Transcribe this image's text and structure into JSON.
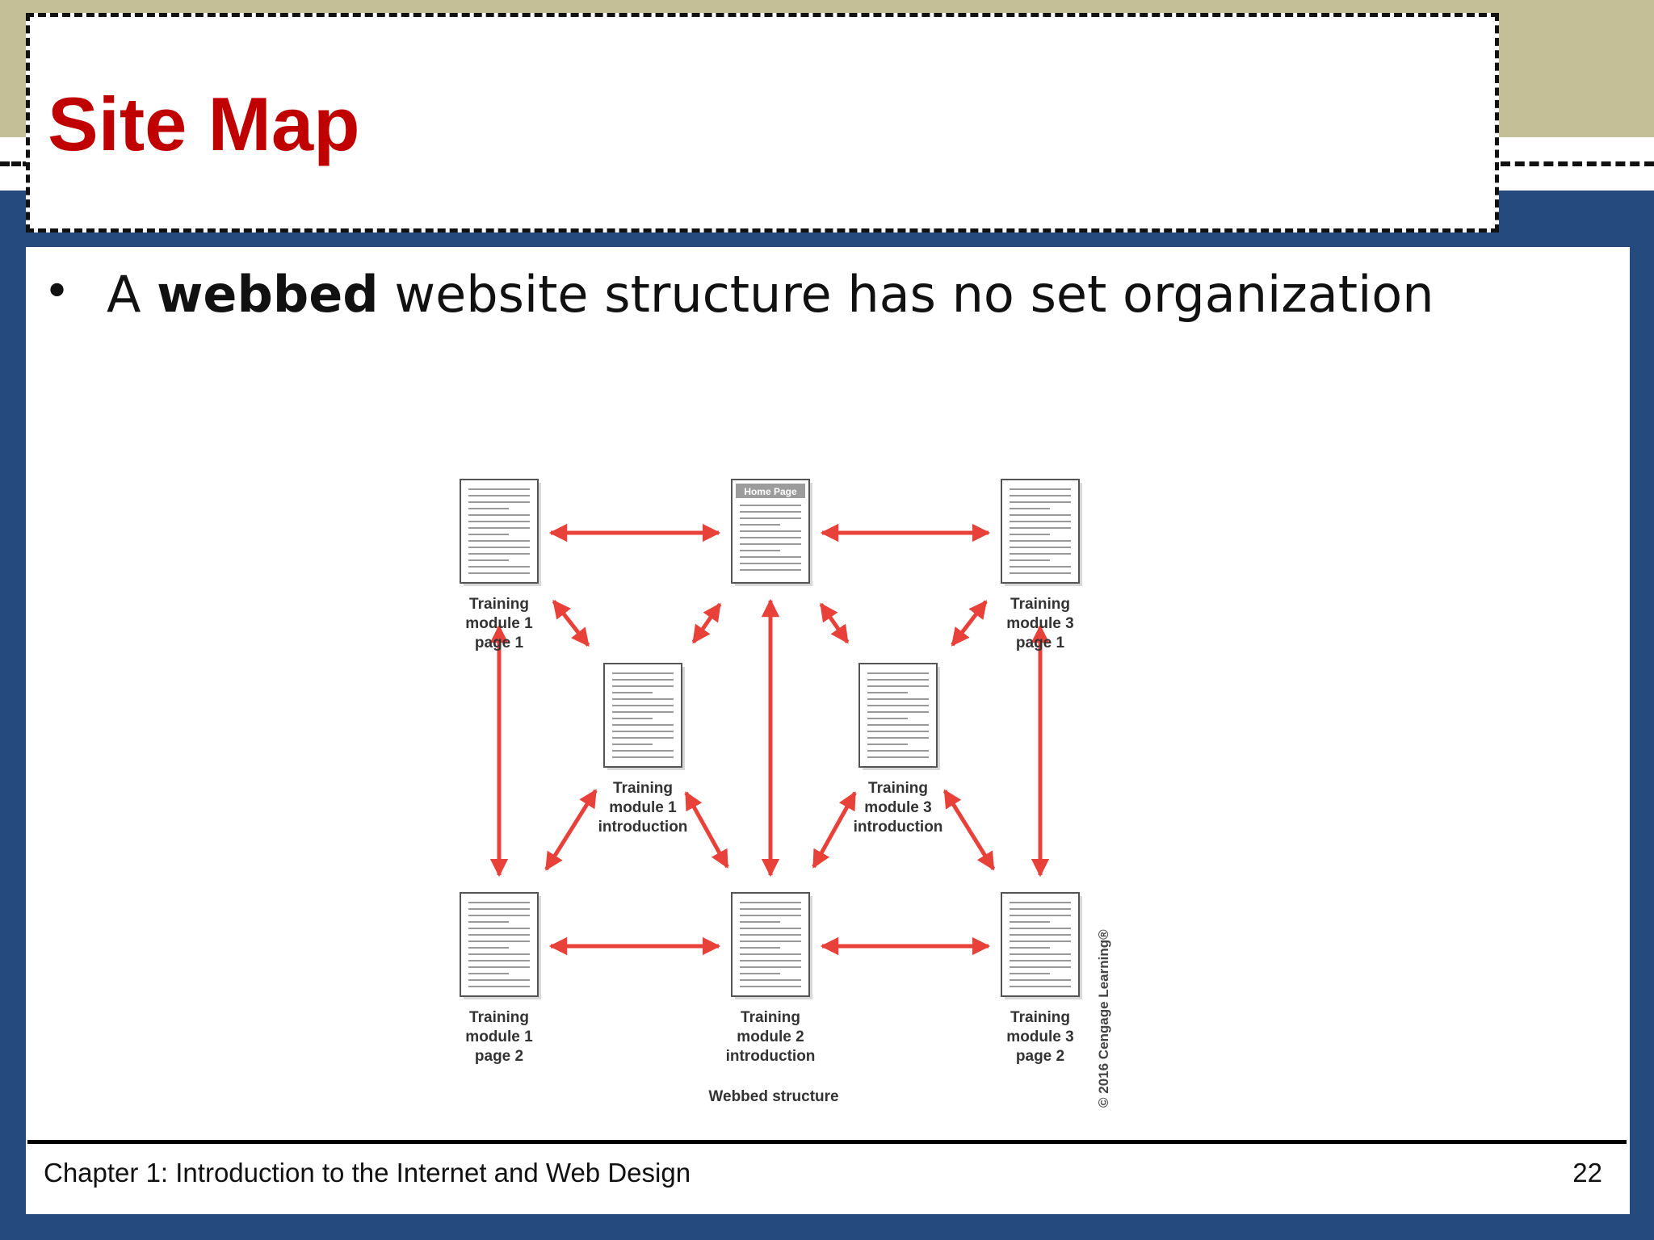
{
  "slide": {
    "title": "Site Map",
    "bullet": {
      "prefix": "A ",
      "emphasis": "webbed",
      "suffix": " website structure has no set organization"
    },
    "footer": {
      "chapter": "Chapter 1: Introduction to the Internet and Web Design",
      "page_number": "22"
    }
  },
  "diagram": {
    "caption": "Webbed structure",
    "copyright": "© 2016 Cengage Learning®",
    "home_label": "Home Page",
    "colors": {
      "arrow": "#e8413a",
      "page_border": "#555555",
      "page_lines": "#9a9a9a"
    },
    "nodes": [
      {
        "id": "tm1p1",
        "label": [
          "Training",
          "module 1",
          "page 1"
        ]
      },
      {
        "id": "home",
        "label": []
      },
      {
        "id": "tm3p1",
        "label": [
          "Training",
          "module 3",
          "page 1"
        ]
      },
      {
        "id": "tm1intro",
        "label": [
          "Training",
          "module 1",
          "introduction"
        ]
      },
      {
        "id": "tm3intro",
        "label": [
          "Training",
          "module 3",
          "introduction"
        ]
      },
      {
        "id": "tm1p2",
        "label": [
          "Training",
          "module 1",
          "page 2"
        ]
      },
      {
        "id": "tm2intro",
        "label": [
          "Training",
          "module 2",
          "introduction"
        ]
      },
      {
        "id": "tm3p2",
        "label": [
          "Training",
          "module 3",
          "page 2"
        ]
      }
    ],
    "links": [
      [
        "tm1p1",
        "home"
      ],
      [
        "home",
        "tm3p1"
      ],
      [
        "tm1p1",
        "tm1intro"
      ],
      [
        "home",
        "tm1intro"
      ],
      [
        "home",
        "tm3intro"
      ],
      [
        "tm3p1",
        "tm3intro"
      ],
      [
        "tm1p1",
        "tm1p2"
      ],
      [
        "home",
        "tm2intro"
      ],
      [
        "tm3p1",
        "tm3p2"
      ],
      [
        "tm1intro",
        "tm1p2"
      ],
      [
        "tm1intro",
        "tm2intro"
      ],
      [
        "tm3intro",
        "tm2intro"
      ],
      [
        "tm3intro",
        "tm3p2"
      ],
      [
        "tm1p2",
        "tm2intro"
      ],
      [
        "tm2intro",
        "tm3p2"
      ]
    ]
  }
}
